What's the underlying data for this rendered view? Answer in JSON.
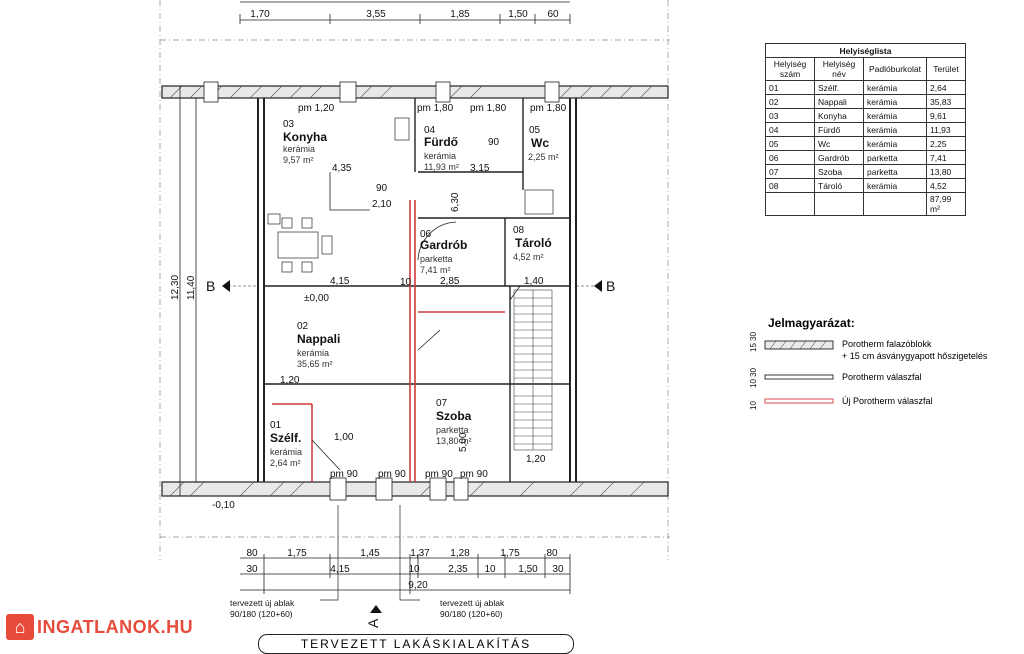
{
  "drawing_title": "TERVEZETT LAKÁSKIALAKÍTÁS",
  "watermark": "INGATLANOK.HU",
  "rooms": [
    {
      "no": "03",
      "name": "Konyha",
      "floor": "kerámia",
      "area": "9,57 m²"
    },
    {
      "no": "04",
      "name": "Fürdő",
      "floor": "kerámia",
      "area": "11,93 m²"
    },
    {
      "no": "05",
      "name": "Wc",
      "floor": "",
      "area": "2,25 m²"
    },
    {
      "no": "06",
      "name": "Gardrób",
      "floor": "parketta",
      "area": "7,41 m²"
    },
    {
      "no": "08",
      "name": "Tároló",
      "floor": "",
      "area": "4,52 m²"
    },
    {
      "no": "02",
      "name": "Nappali",
      "floor": "kerámia",
      "area": "35,65 m²"
    },
    {
      "no": "07",
      "name": "Szoba",
      "floor": "parketta",
      "area": "13,80 m²"
    },
    {
      "no": "01",
      "name": "Szélf.",
      "floor": "kerámia",
      "area": "2,64 m²"
    }
  ],
  "room_list": {
    "title": "Helyiséglista",
    "headers": [
      "Helyiség szám",
      "Helyiség név",
      "Padlóburkolat",
      "Terület"
    ],
    "rows": [
      [
        "01",
        "Szélf.",
        "kerámia",
        "2,64"
      ],
      [
        "02",
        "Nappali",
        "kerámia",
        "35,83"
      ],
      [
        "03",
        "Konyha",
        "kerámia",
        "9,61"
      ],
      [
        "04",
        "Fürdő",
        "kerámia",
        "11,93"
      ],
      [
        "05",
        "Wc",
        "kerámia",
        "2,25"
      ],
      [
        "06",
        "Gardrób",
        "parketta",
        "7,41"
      ],
      [
        "07",
        "Szoba",
        "parketta",
        "13,80"
      ],
      [
        "08",
        "Tároló",
        "kerámia",
        "4,52"
      ]
    ],
    "total": "87,99 m²"
  },
  "legend": {
    "title": "Jelmagyarázat:",
    "items": [
      {
        "label": "Porotherm falazóblokk",
        "label2": "+ 15 cm ásványgyapott hőszigetelés",
        "tag": "15 30",
        "color": "#333333"
      },
      {
        "label": "Porotherm válaszfal",
        "tag": "10 30",
        "color": "#333333"
      },
      {
        "label": "Új Porotherm válaszfal",
        "tag": "10",
        "color": "#d23a3a"
      }
    ]
  },
  "section_marks": {
    "b": "B",
    "a": "A"
  },
  "levels": {
    "main": "±0,00",
    "outside": "-0,10"
  },
  "window_notes": [
    {
      "line1": "tervezett új ablak",
      "line2": "90/180 (120+60)"
    },
    {
      "line1": "tervezett új ablak",
      "line2": "90/180 (120+60)"
    }
  ],
  "parapets": [
    "pm 1,20",
    "pm 1,80",
    "pm 1,80",
    "pm 1,80",
    "pm 90",
    "pm 90",
    "pm 90",
    "pm 90"
  ],
  "top_dims": [
    "1,70",
    "3,55",
    "1,85",
    "1,50",
    "60"
  ],
  "bottom_dims_1": [
    "80",
    "1,75",
    "1,45",
    "1,37",
    "1,28",
    "1,75",
    "80"
  ],
  "bottom_dims_2": [
    "30",
    "4,15",
    "10",
    "2,35",
    "10",
    "1,50",
    "30"
  ],
  "bottom_total": "9,20",
  "left_dims": [
    "12,30",
    "11,40"
  ],
  "inner_dims": [
    "90",
    "2,10",
    "4,35",
    "3,15",
    "10",
    "90",
    "6,30",
    "4,15",
    "2,85",
    "1,40",
    "1,20",
    "1,00",
    "5,00",
    "1,20"
  ],
  "colors": {
    "wall": "#333333",
    "new_wall": "#d23a3a",
    "logo": "#e64b3c"
  }
}
